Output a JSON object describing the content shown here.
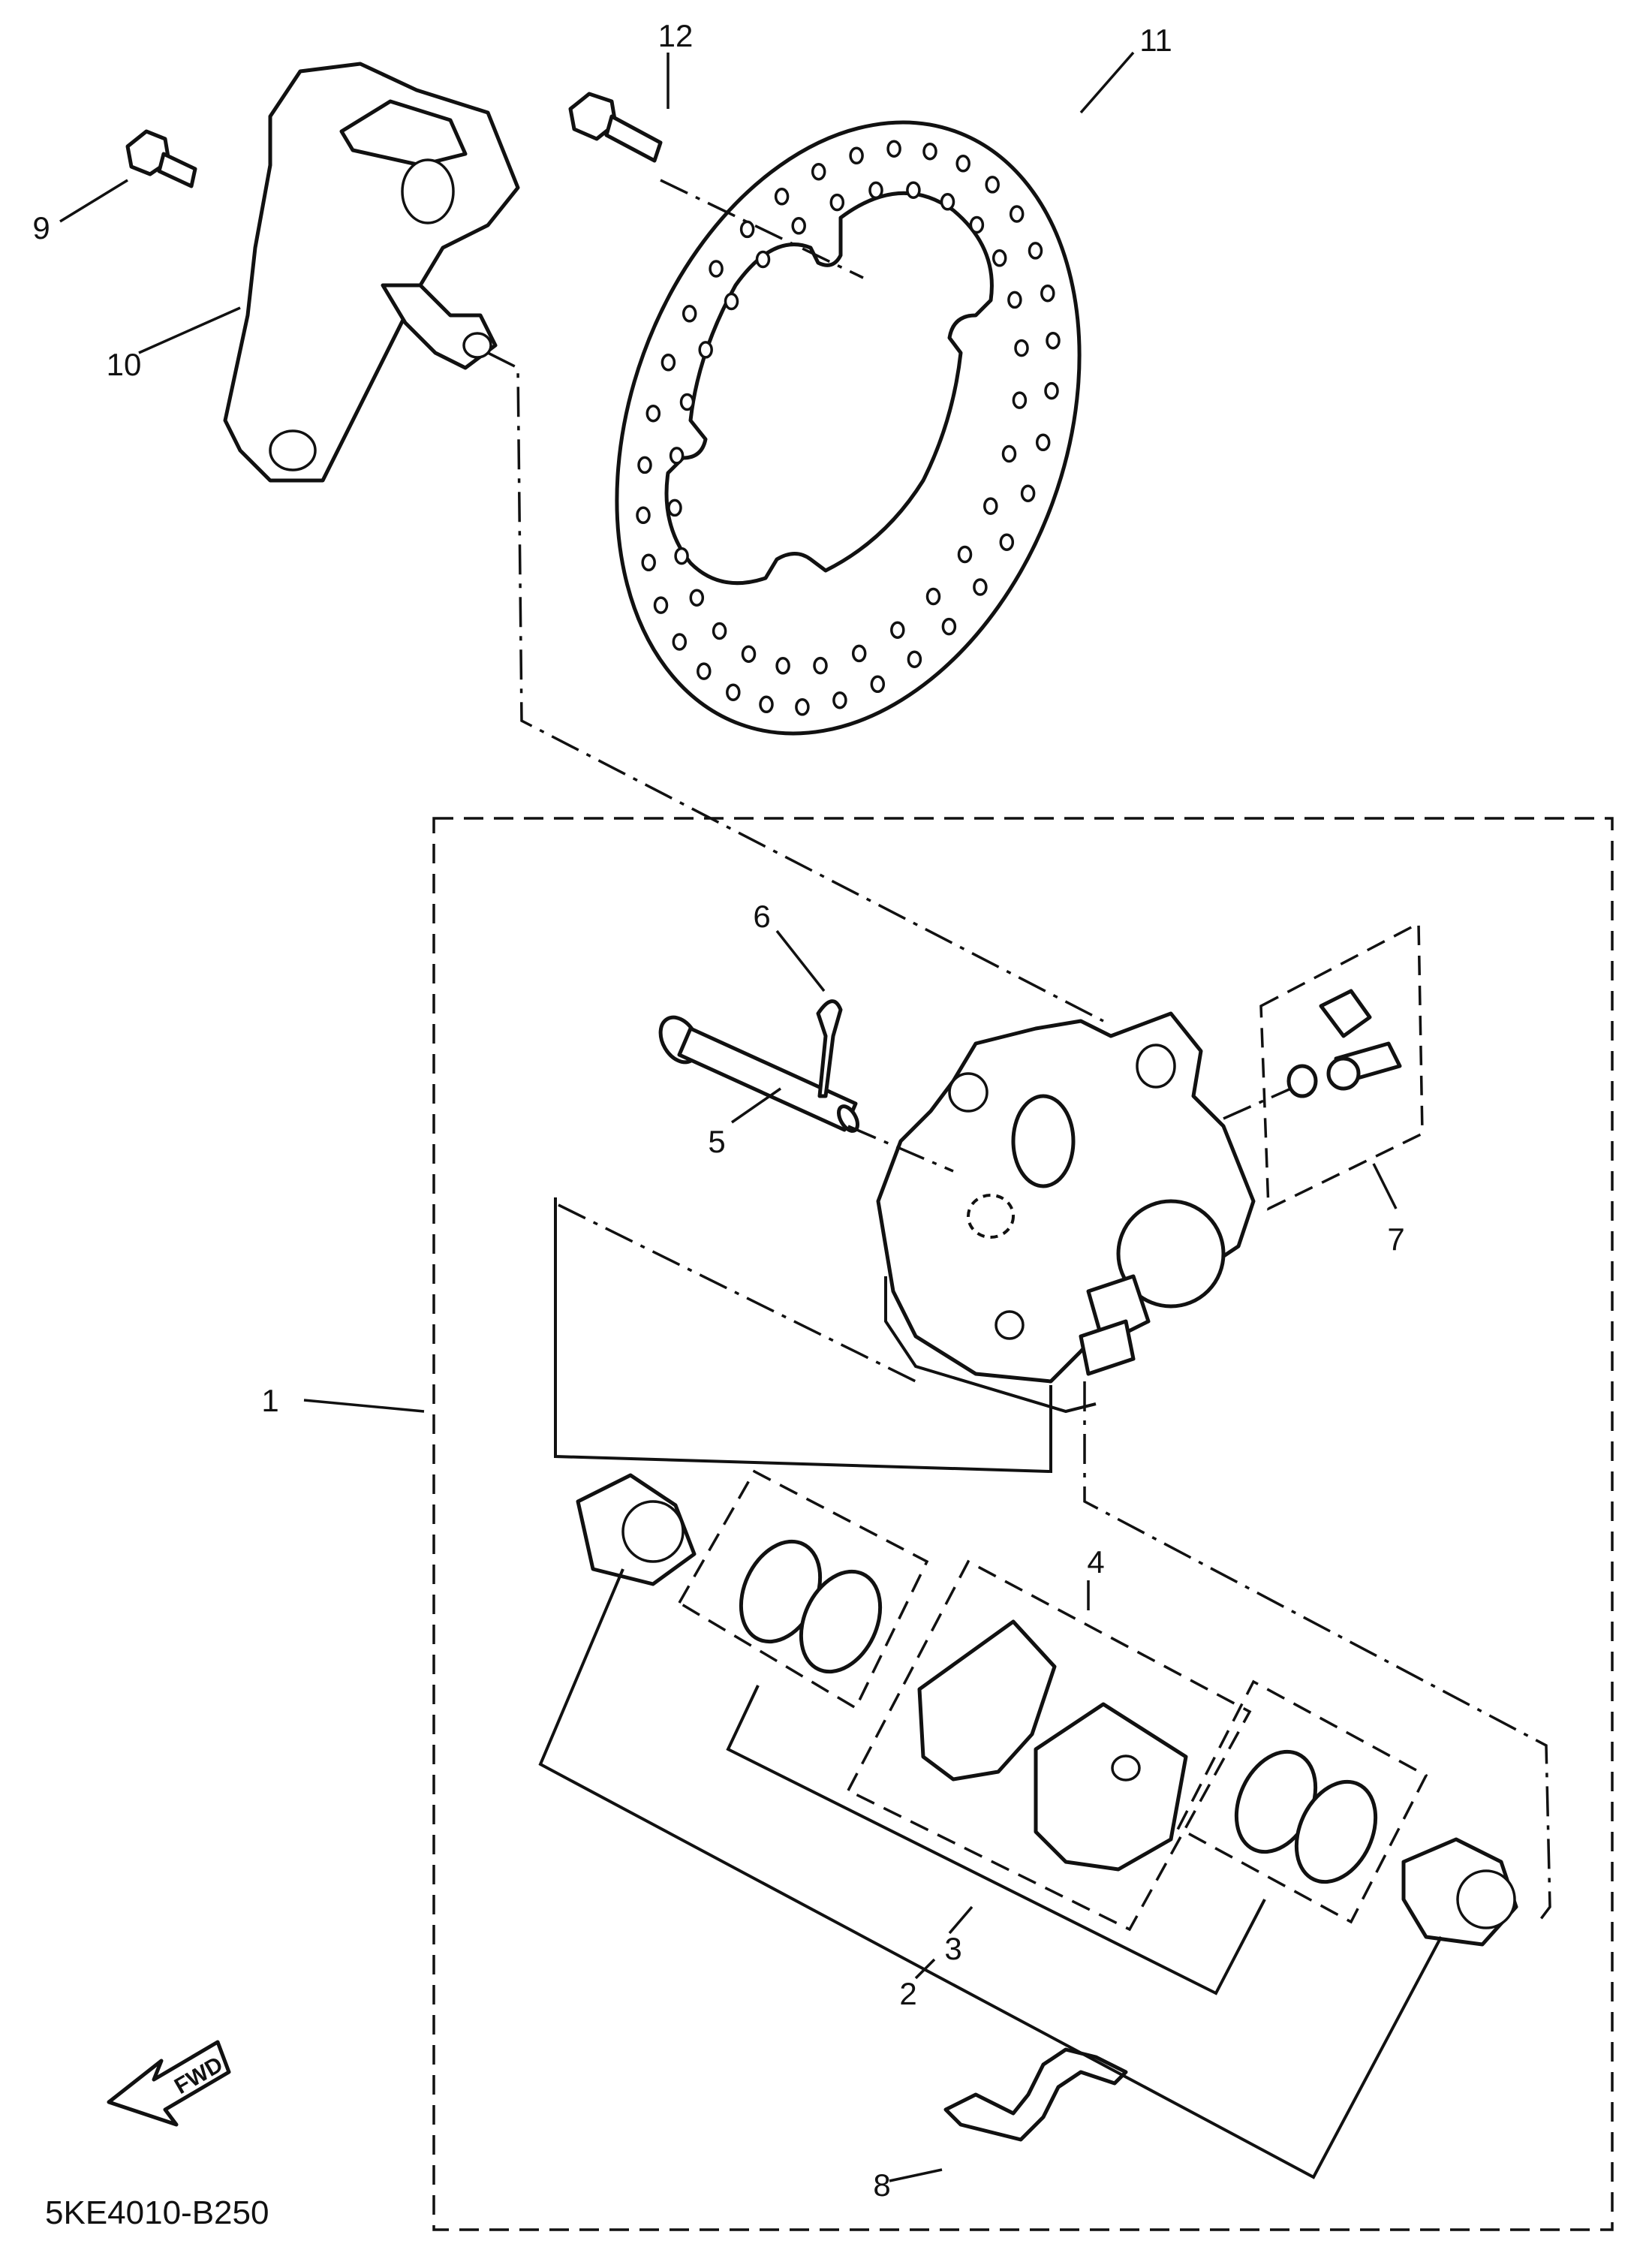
{
  "diagram": {
    "part_code": "5KE4010-B250",
    "fwd_label": "FWD",
    "callouts": [
      "1",
      "2",
      "3",
      "4",
      "5",
      "6",
      "7",
      "8",
      "9",
      "10",
      "11",
      "12"
    ]
  }
}
